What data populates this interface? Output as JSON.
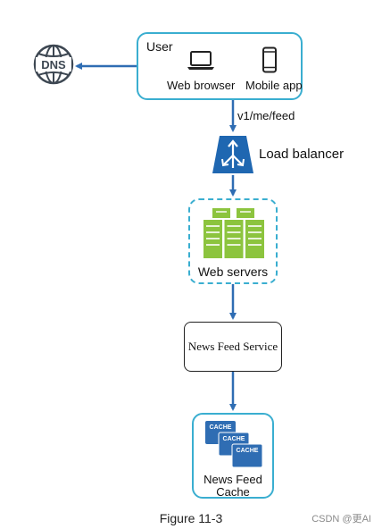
{
  "user": {
    "title": "User",
    "devices": [
      {
        "label": "Web browser",
        "icon": "laptop-icon"
      },
      {
        "label": "Mobile app",
        "icon": "mobile-phone-icon"
      }
    ]
  },
  "dns": {
    "label": "DNS",
    "icon": "globe-icon"
  },
  "edges": {
    "user_to_lb": "v1/me/feed"
  },
  "load_balancer": {
    "label": "Load balancer",
    "icon": "load-balancer-icon"
  },
  "web_servers": {
    "label": "Web servers",
    "icon": "server-rack-icon"
  },
  "news_feed_service": {
    "label": "News Feed Service"
  },
  "news_feed_cache": {
    "line1": "News Feed",
    "line2": "Cache",
    "chip_label": "CACHE",
    "icon": "cache-stack-icon"
  },
  "figure": {
    "caption": "Figure 11-3"
  },
  "watermark": {
    "text": "CSDN @更AI"
  },
  "colors": {
    "box_border": "#3aaed0",
    "arrow": "#2f6db3",
    "load_balancer": "#1f67b1",
    "server_green": "#8cc43e",
    "cache_blue": "#2f6db3"
  }
}
